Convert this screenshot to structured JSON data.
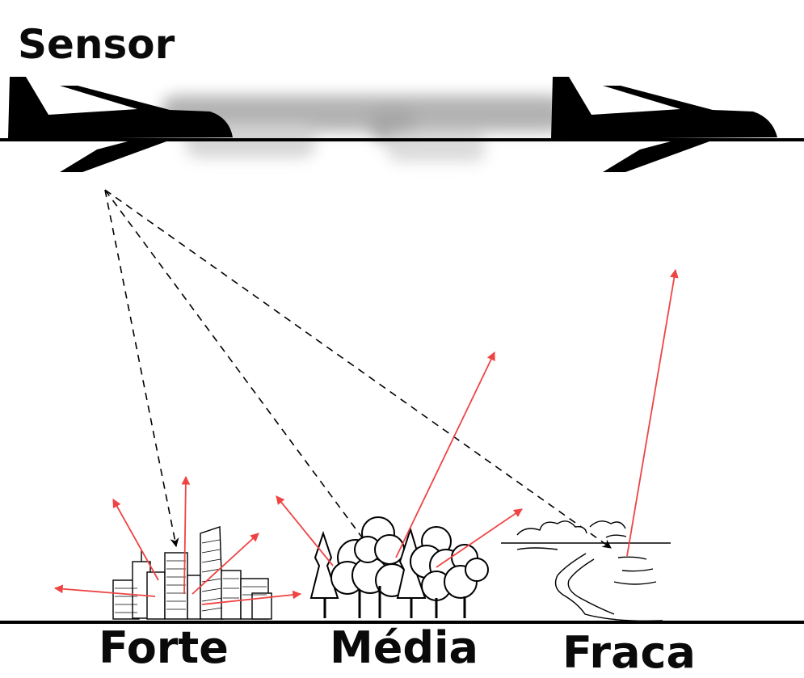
{
  "sensor": {
    "label": "Sensor"
  },
  "targets": [
    {
      "id": "city",
      "label": "Forte",
      "icon": "city-buildings-icon",
      "reflection": "strong"
    },
    {
      "id": "forest",
      "label": "Média",
      "icon": "forest-trees-icon",
      "reflection": "medium"
    },
    {
      "id": "water",
      "label": "Fraca",
      "icon": "water-shore-icon",
      "reflection": "weak"
    }
  ],
  "colors": {
    "ink": "#000000",
    "reflected_arrow": "#ef4444",
    "incident_arrow": "#111111",
    "motion_blur": "#9a9a9a"
  },
  "icons": [
    "airplane-icon",
    "city-buildings-icon",
    "forest-trees-icon",
    "water-shore-icon"
  ]
}
